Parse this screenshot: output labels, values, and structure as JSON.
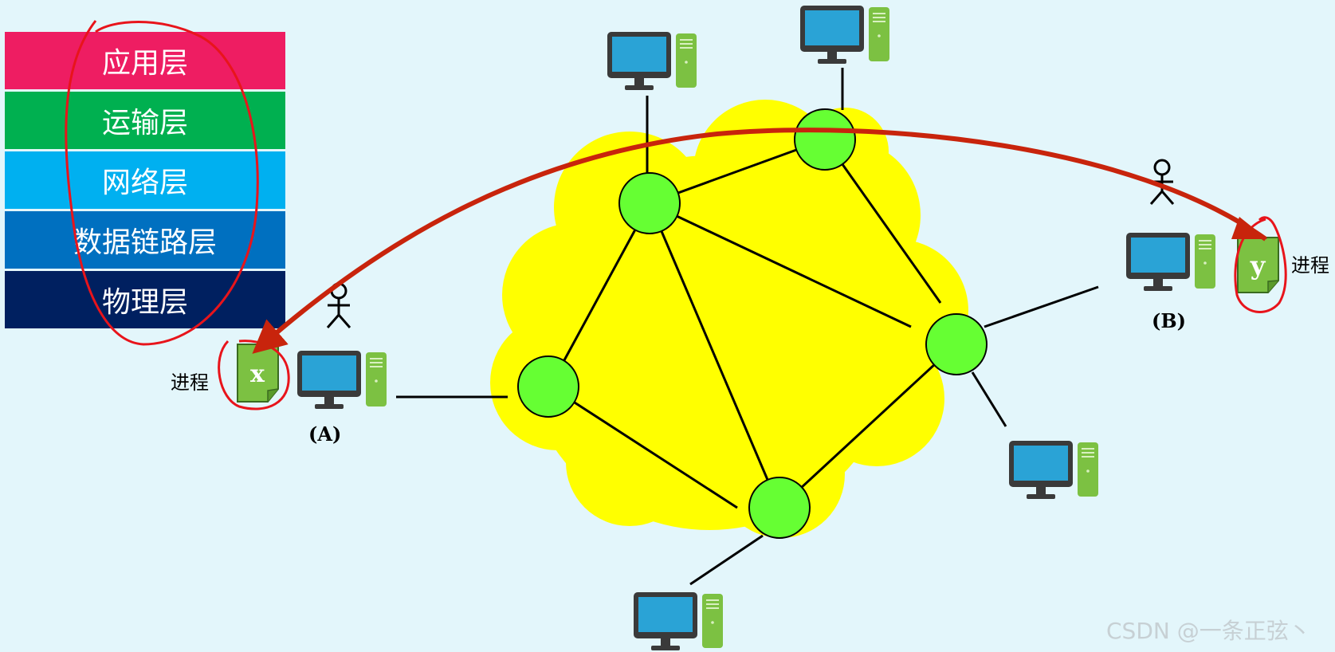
{
  "layers": [
    {
      "label": "应用层",
      "color": "#ee1d62"
    },
    {
      "label": "运输层",
      "color": "#00b050"
    },
    {
      "label": "网络层",
      "color": "#00b0f0"
    },
    {
      "label": "数据链路层",
      "color": "#0070c0"
    },
    {
      "label": "物理层",
      "color": "#002060"
    }
  ],
  "host_a": {
    "label": "(A)",
    "process_label": "进程",
    "process_letter": "x"
  },
  "host_b": {
    "label": "(B)",
    "process_label": "进程",
    "process_letter": "y"
  },
  "watermark": "CSDN @一条正弦丶",
  "colors": {
    "background": "#e3f6fb",
    "cloud": "#ffff00",
    "router": "#66ff33",
    "monitor": "#2aa3d6",
    "tower": "#7cc142",
    "arrow": "#c8240c",
    "annotation": "#e8141b"
  },
  "icons": [
    "computer-icon",
    "person-icon",
    "document-icon",
    "router-icon"
  ]
}
